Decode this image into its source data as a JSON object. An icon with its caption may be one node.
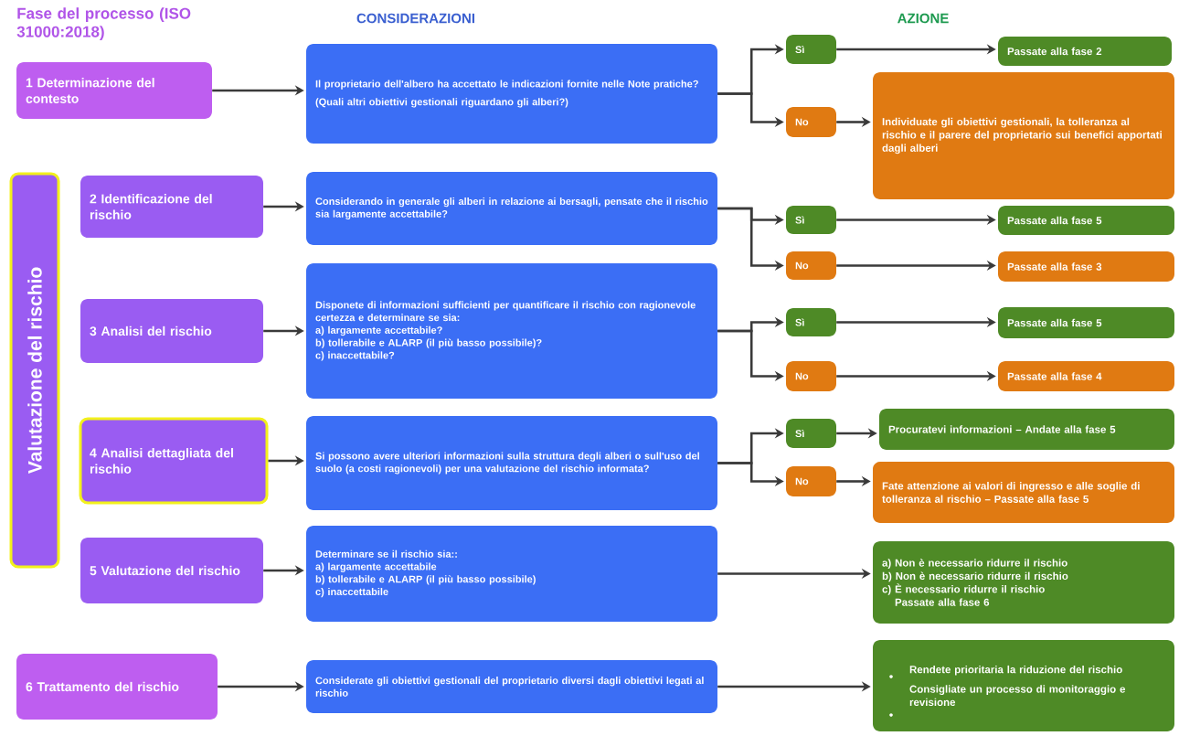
{
  "diagram": {
    "nodes": [
      {
        "text": [
          "1 Determinazione del contesto"
        ]
      },
      {
        "text": [
          "Il proprietario dell'albero ha accettato le indicazioni fornite nelle Note pratiche?",
          "(Quali altri obiettivi gestionali riguardano gli alberi?)"
        ]
      },
      {
        "text": [
          "Sì"
        ]
      },
      {
        "text": [
          "Passate alla fase 2"
        ]
      },
      {
        "text": [
          "No"
        ]
      },
      {
        "text": [
          "Individuate gli obiettivi gestionali, la tolleranza al rischio e il parere del proprietario sui benefici apportati dagli alberi"
        ]
      },
      {
        "text": [
          "Valutazione del rischio"
        ]
      },
      {
        "text": [
          "2 Identificazione del rischio"
        ]
      },
      {
        "text": [
          "Considerando in generale gli alberi in relazione ai bersagli, pensate che il rischio sia largamente accettabile?"
        ]
      },
      {
        "text": [
          "Sì"
        ]
      },
      {
        "text": [
          "Passate alla fase 5"
        ]
      },
      {
        "text": [
          "No"
        ]
      },
      {
        "text": [
          "Passate alla fase 3"
        ]
      },
      {
        "text": [
          "3 Analisi del rischio"
        ]
      },
      {
        "text": [
          "Disponete di informazioni sufficienti per quantificare il rischio con ragionevole certezza e determinare se sia:",
          "a) largamente accettabile?",
          "b) tollerabile e ALARP (il più basso possibile)?",
          "c) inaccettabile?"
        ]
      },
      {
        "text": [
          "Sì"
        ]
      },
      {
        "text": [
          "Passate alla fase 5"
        ]
      },
      {
        "text": [
          "No"
        ]
      },
      {
        "text": [
          "Passate alla fase 4"
        ]
      },
      {
        "text": [
          "4 Analisi dettagliata del rischio"
        ]
      },
      {
        "text": [
          "Si possono avere ulteriori informazioni sulla struttura degli alberi o sull'uso del suolo (a costi ragionevoli) per una valutazione del rischio informata?"
        ]
      },
      {
        "text": [
          "Sì"
        ]
      },
      {
        "text": [
          "Procuratevi informazioni – Andate alla fase 5"
        ]
      },
      {
        "text": [
          "No"
        ]
      },
      {
        "text": [
          "Fate attenzione ai valori di ingresso e alle soglie di tolleranza al rischio – Passate alla fase 5"
        ]
      },
      {
        "text": [
          "5 Valutazione del rischio"
        ]
      },
      {
        "text": [
          "Determinare se il rischio sia::",
          "a) largamente accettabile",
          "b) tollerabile e ALARP (il più basso possibile)",
          "c) inaccettabile"
        ]
      },
      {
        "text": [
          "a) Non è necessario ridurre il rischio",
          "b) Non è necessario ridurre il rischio",
          "c) È necessario ridurre il rischio",
          "Passate alla fase 6"
        ]
      },
      {
        "text": [
          "6 Trattamento del rischio"
        ]
      },
      {
        "text": [
          "Considerate gli obiettivi gestionali del proprietario diversi dagli obiettivi legati al rischio"
        ]
      },
      {
        "text": [
          "Rendete prioritaria la riduzione del rischio",
          "Consigliate un processo di monitoraggio e revisione"
        ]
      }
    ],
    "edges": [
      {
        "from": 0,
        "to": 1,
        "arrow": "to"
      },
      {
        "from": 1,
        "to": 2,
        "arrow": "to"
      },
      {
        "from": 1,
        "to": 4,
        "arrow": "to"
      },
      {
        "from": 2,
        "to": 3,
        "arrow": "to"
      },
      {
        "from": 4,
        "to": 5,
        "arrow": "to"
      },
      {
        "from": 7,
        "to": 8,
        "arrow": "to"
      },
      {
        "from": 8,
        "to": 9,
        "arrow": "to"
      },
      {
        "from": 8,
        "to": 11,
        "arrow": "to"
      },
      {
        "from": 9,
        "to": 10,
        "arrow": "to"
      },
      {
        "from": 11,
        "to": 12,
        "arrow": "to"
      },
      {
        "from": 13,
        "to": 14,
        "arrow": "to"
      },
      {
        "from": 14,
        "to": 15,
        "arrow": "to"
      },
      {
        "from": 14,
        "to": 17,
        "arrow": "to"
      },
      {
        "from": 15,
        "to": 16,
        "arrow": "to"
      },
      {
        "from": 17,
        "to": 18,
        "arrow": "to"
      },
      {
        "from": 19,
        "to": 20,
        "arrow": "to"
      },
      {
        "from": 20,
        "to": 21,
        "arrow": "to"
      },
      {
        "from": 20,
        "to": 23,
        "arrow": "to"
      },
      {
        "from": 21,
        "to": 22,
        "arrow": "to"
      },
      {
        "from": 23,
        "to": 24,
        "arrow": "to"
      },
      {
        "from": 25,
        "to": 26,
        "arrow": "to"
      },
      {
        "from": 26,
        "to": 27,
        "arrow": "to"
      },
      {
        "from": 28,
        "to": 29,
        "arrow": "to"
      },
      {
        "from": 29,
        "to": 30,
        "arrow": "to"
      }
    ],
    "labels": [
      "Fase del processo (ISO 31000:2018)",
      "CONSIDERAZIONI",
      "AZIONE"
    ]
  }
}
